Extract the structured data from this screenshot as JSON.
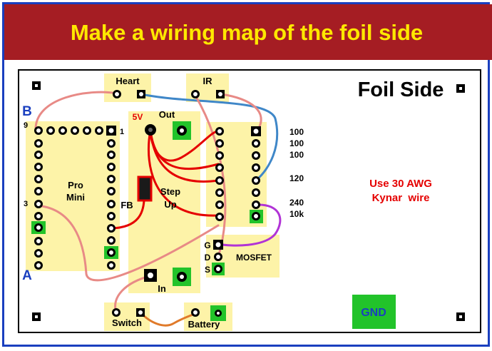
{
  "title": "Make a wiring map of the foil side",
  "board_title": "Foil Side",
  "colors": {
    "banner": "#a51d23",
    "banner_text": "#ffe800",
    "board_blue": "#1a3fbf",
    "module": "#fdf3a8",
    "green_pad": "#22c32a",
    "red_wire": "#e50000",
    "salmon_wire": "#e88a86",
    "blue_wire": "#3f87c8",
    "purple_wire": "#b133d6",
    "orange_wire": "#e07a2a"
  },
  "modules": {
    "heart": "Heart",
    "ir": "IR",
    "pro_mini_line1": "Pro",
    "pro_mini_line2": "Mini",
    "step_up_line1": "Step",
    "step_up_line2": "Up",
    "out": "Out",
    "in": "In",
    "fb": "FB",
    "v5": "5V",
    "mosfet": "MOSFET",
    "switch": "Switch",
    "battery": "Battery",
    "gnd": "GND"
  },
  "pins": {
    "b": "B",
    "a": "A",
    "p9": "9",
    "p1": "1",
    "p3": "3",
    "g": "G",
    "d": "D",
    "s": "S"
  },
  "resistors": [
    "100",
    "100",
    "100",
    "120",
    "240",
    "10k"
  ],
  "note_line1": "Use 30 AWG",
  "note_line2": "Kynar  wire"
}
